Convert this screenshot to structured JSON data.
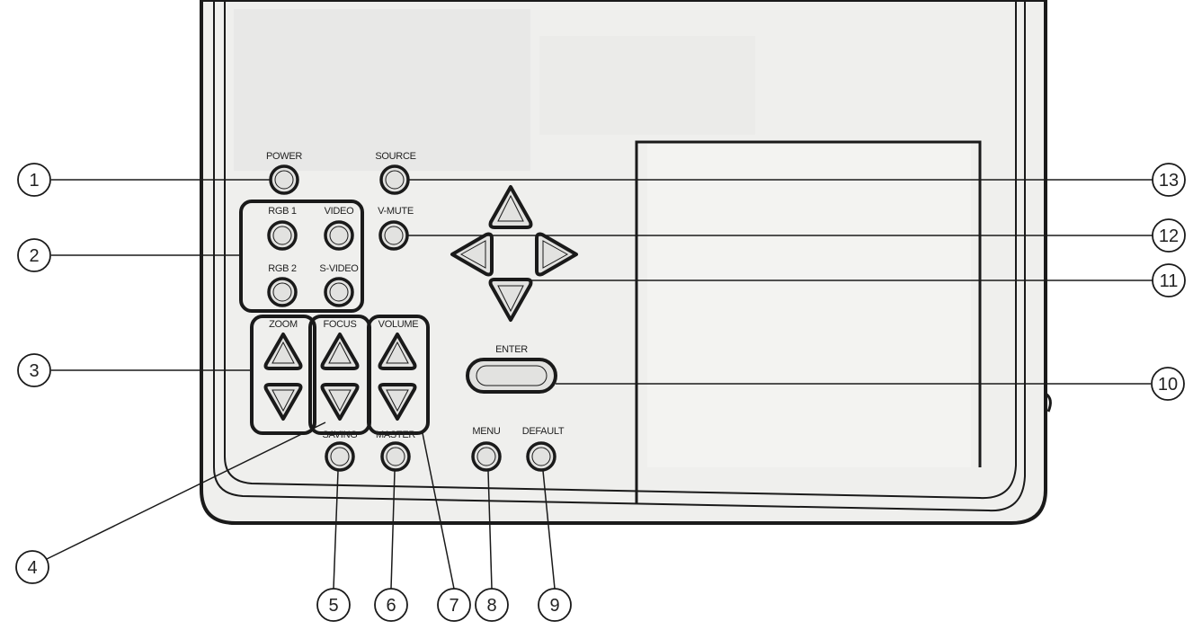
{
  "labels": {
    "power": "POWER",
    "source": "SOURCE",
    "rgb1": "RGB 1",
    "video": "VIDEO",
    "rgb2": "RGB 2",
    "svideo": "S-VIDEO",
    "vmute": "V-MUTE",
    "zoom": "ZOOM",
    "focus": "FOCUS",
    "volume": "VOLUME",
    "enter": "ENTER",
    "menu": "MENU",
    "default": "DEFAULT",
    "saving": "SAVING",
    "master": "MASTER"
  },
  "callouts": {
    "c1": "1",
    "c2": "2",
    "c3": "3",
    "c4": "4",
    "c5": "5",
    "c6": "6",
    "c7": "7",
    "c8": "8",
    "c9": "9",
    "c10": "10",
    "c11": "11",
    "c12": "12",
    "c13": "13"
  },
  "colors": {
    "ink": "#1a1a1a",
    "panel": "#efefed",
    "panel_dark": "#e4e4e2"
  }
}
